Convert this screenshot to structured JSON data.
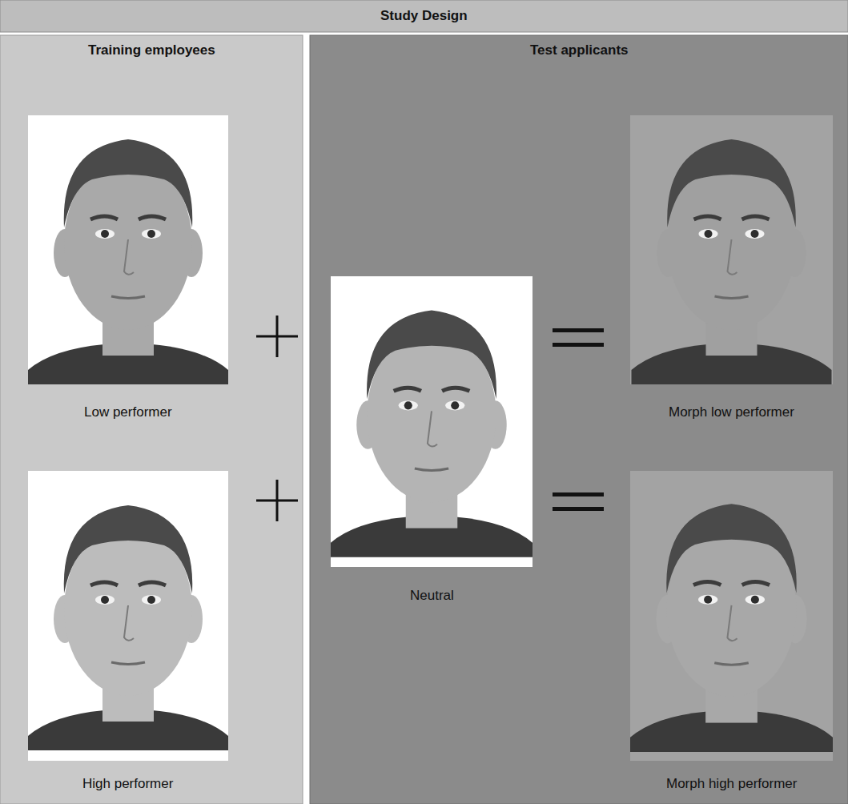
{
  "diagram": {
    "title": "Study Design",
    "nodes": [
      {
        "text": [
          "Training employees"
        ]
      },
      {
        "text": [
          "Low performer"
        ],
        "in": 0
      },
      {
        "text": [
          "High performer"
        ],
        "in": 0
      },
      {
        "text": [
          "Test applicants"
        ]
      },
      {
        "text": [
          "Neutral"
        ],
        "in": 3
      },
      {
        "text": [
          "Morph low performer"
        ],
        "in": 3
      },
      {
        "text": [
          "Morph high performer"
        ],
        "in": 3
      }
    ]
  }
}
